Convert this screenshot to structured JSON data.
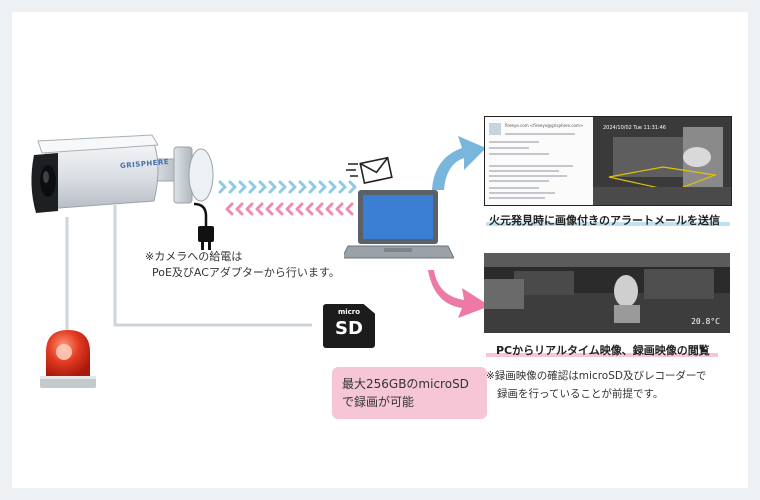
{
  "camera": {
    "brand": "GRISPHERE"
  },
  "power_note": {
    "line1": "※カメラへの給電は",
    "line2": "PoE及びACアダプターから行います。"
  },
  "microsd": {
    "card_top": "micro",
    "card_main": "SD",
    "desc_line1": "最大256GBのmicroSD",
    "desc_line2": "で録画が可能"
  },
  "alert_email": {
    "caption": "火元発見時に画像付きのアラートメールを送信",
    "from": "fireeye.com <fireeye@grisphere.com>",
    "thermal_time": "2024/10/02 Tue 11:31:46"
  },
  "live_view": {
    "caption": "PCからリアルタイム映像、録画映像の閲覧",
    "temperature": "20.8°C"
  },
  "recording_note": {
    "line1": "※録画映像の確認はmicroSD及びレコーダーで",
    "line2": "録画を行っていることが前提です。"
  },
  "colors": {
    "blue_arrow": "#79b6dc",
    "pink_arrow": "#ec79a6",
    "blue_wave": "#8ec9e6",
    "pink_wave": "#ef8ab3",
    "email_caption_bar": "#bfe2f3",
    "live_caption_bar": "#f6c6d6",
    "line_gray": "#cfd4d8"
  }
}
